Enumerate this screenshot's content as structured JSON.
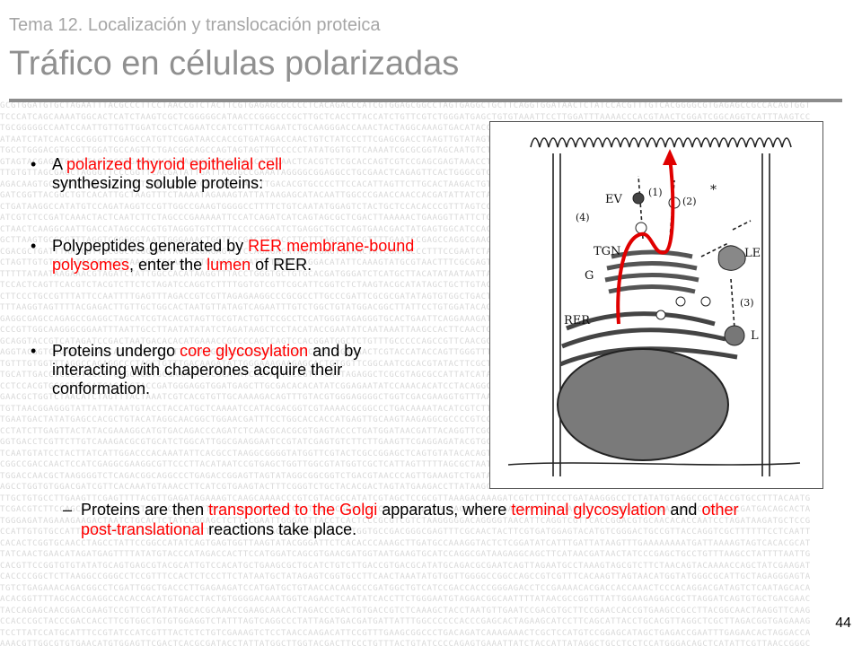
{
  "header": {
    "topic": "Tema 12. Localización y translocación proteica",
    "title": "Tráfico en células polarizadas"
  },
  "bullets": [
    {
      "segments": [
        {
          "text": "A ",
          "highlight": false
        },
        {
          "text": "polarized thyroid epithelial cell",
          "highlight": true
        },
        {
          "text": " synthesizing soluble proteins:",
          "highlight": false
        }
      ]
    },
    {
      "segments": [
        {
          "text": "Polypeptides generated by ",
          "highlight": false
        },
        {
          "text": "RER membrane-bound polysomes",
          "highlight": true
        },
        {
          "text": ", enter the ",
          "highlight": false
        },
        {
          "text": "lumen",
          "highlight": true
        },
        {
          "text": " of RER.",
          "highlight": false
        }
      ]
    },
    {
      "segments": [
        {
          "text": "Proteins undergo ",
          "highlight": false
        },
        {
          "text": "core glycosylation",
          "highlight": true
        },
        {
          "text": " and by interacting with chaperones acquire their conformation.",
          "highlight": false
        }
      ]
    }
  ],
  "sub_bullet": {
    "mark": "–",
    "segments": [
      {
        "text": "Proteins are then ",
        "highlight": false
      },
      {
        "text": "transported to the Golgi",
        "highlight": true
      },
      {
        "text": " apparatus, where ",
        "highlight": false
      },
      {
        "text": "terminal glycosylation",
        "highlight": true
      },
      {
        "text": " and ",
        "highlight": false
      },
      {
        "text": "other post-translational",
        "highlight": true
      },
      {
        "text": " reactions take place.",
        "highlight": false
      }
    ]
  },
  "bullet_mark": "•",
  "figure": {
    "labels": {
      "ev": "EV",
      "tgn": "TGN",
      "g": "G",
      "rer": "RER",
      "le": "LE",
      "l": "L",
      "p1": "(1)",
      "p2": "(2)",
      "p3": "(3)",
      "p4": "(4)",
      "star": "*"
    }
  },
  "page_number": "44",
  "colors": {
    "highlight": "#ff0000",
    "title": "#909090",
    "topic": "#a6a6a6",
    "rule": "#8c8c8c",
    "background_sequence": "#d8d8d8",
    "arrow": "#e00000"
  }
}
